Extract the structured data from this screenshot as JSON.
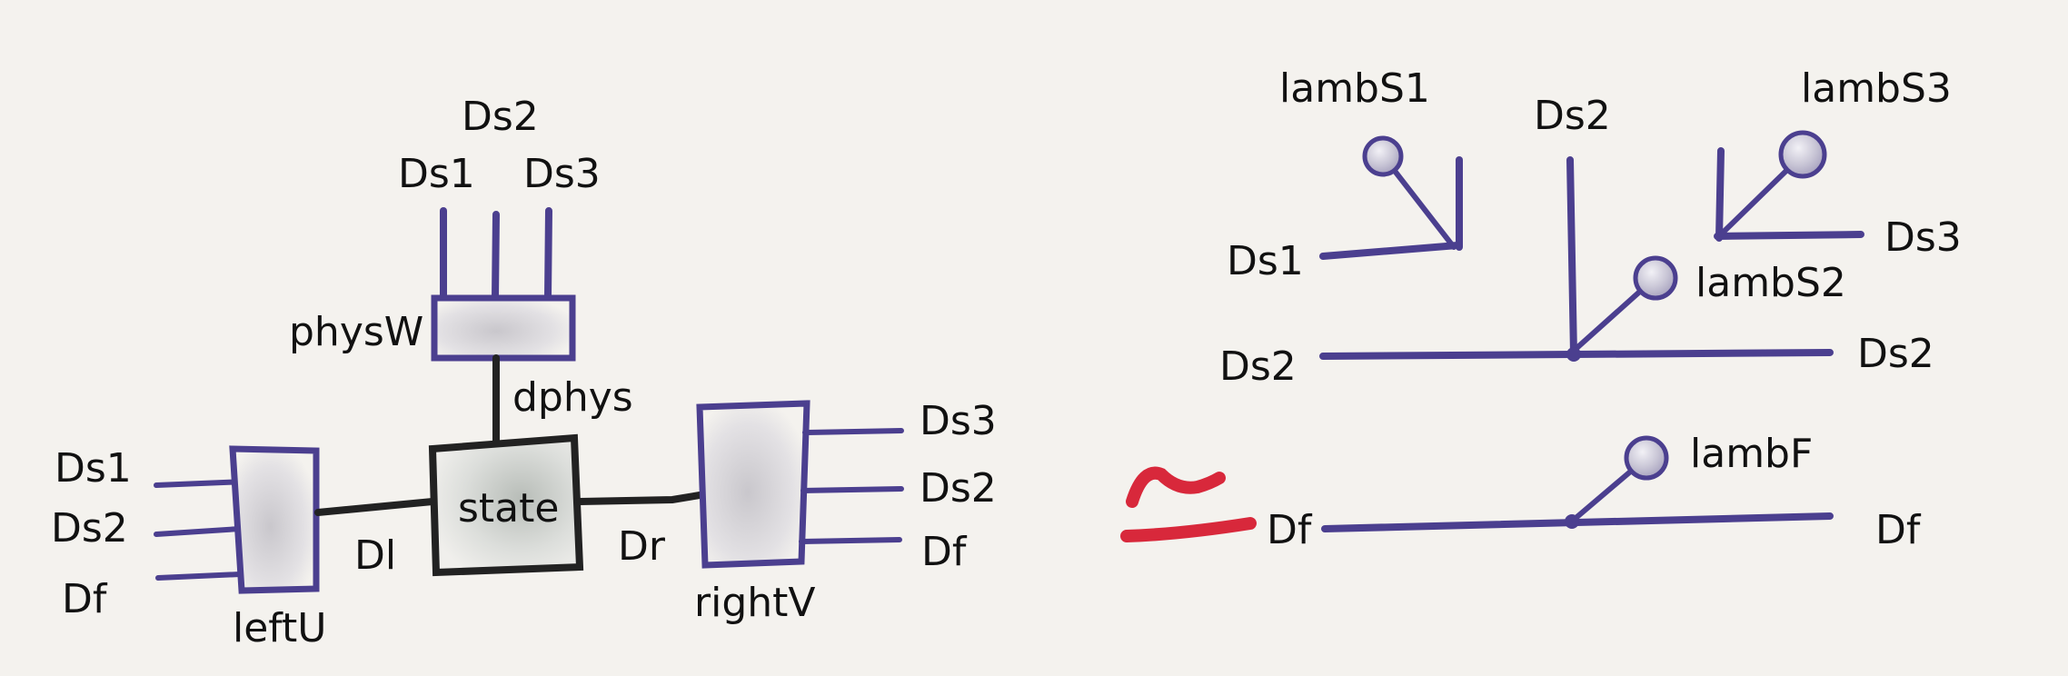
{
  "left": {
    "boxes": {
      "physW": "physW",
      "leftU": "leftU",
      "state": "state",
      "rightV": "rightV"
    },
    "top_inputs": [
      "Ds1",
      "Ds2",
      "Ds3"
    ],
    "left_inputs": [
      "Ds1",
      "Ds2",
      "Df"
    ],
    "right_outputs": [
      "Ds3",
      "Ds2",
      "Df"
    ],
    "edges": {
      "dphys": "dphys",
      "Dl": "Dl",
      "Dr": "Dr"
    }
  },
  "right": {
    "row1": {
      "lambS1": "lambS1",
      "Ds2_top": "Ds2",
      "lambS3": "lambS3",
      "Ds1": "Ds1",
      "Ds3": "Ds3",
      "lambS2": "lambS2",
      "Ds2_left": "Ds2",
      "Ds2_right": "Ds2"
    },
    "row2": {
      "lambF": "lambF",
      "Df_left": "Df",
      "Df_right": "Df"
    }
  },
  "colors": {
    "wire": "#4b3f8f",
    "box_border": "#222222",
    "equivalence_mark": "#d8283b",
    "background": "#f4f2ee"
  }
}
